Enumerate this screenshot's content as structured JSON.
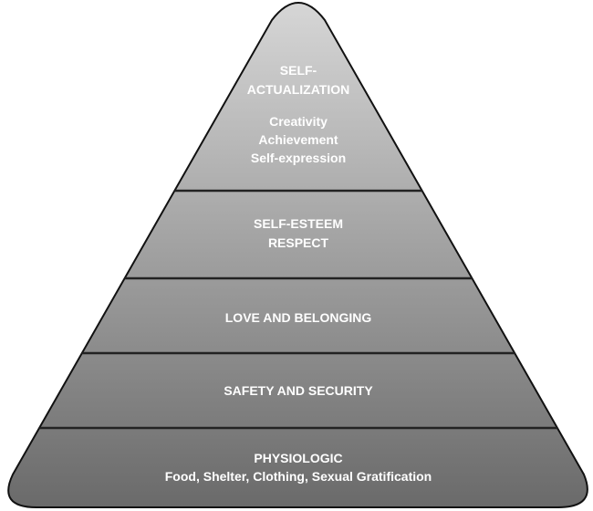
{
  "levels": [
    {
      "title_lines": [
        "SELF-",
        "ACTUALIZATION"
      ],
      "detail_lines": [
        "Creativity",
        "Achievement",
        "Self-expression"
      ]
    },
    {
      "title_lines": [
        "SELF-ESTEEM",
        "RESPECT"
      ]
    },
    {
      "title_lines": [
        "LOVE AND BELONGING"
      ]
    },
    {
      "title_lines": [
        "SAFETY AND SECURITY"
      ]
    },
    {
      "title_lines": [
        "PHYSIOLOGIC"
      ],
      "detail_lines": [
        "Food, Shelter, Clothing, Sexual Gratification"
      ]
    }
  ],
  "colors": {
    "top": "#d2d2d2",
    "bottom": "#6c6c6c",
    "outline": "#111111",
    "text": "#ffffff"
  }
}
